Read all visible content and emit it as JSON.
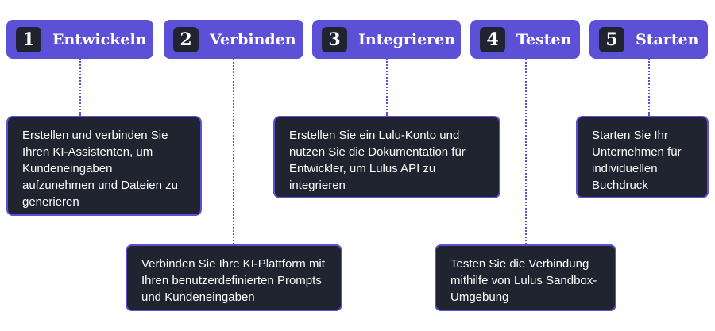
{
  "colors": {
    "accent": "#5b50d6",
    "card_bg": "#1f2430",
    "text": "#ffffff"
  },
  "steps": [
    {
      "number": "1",
      "title": "Entwickeln",
      "description": "Erstellen und verbinden Sie Ihren KI-Assistenten, um Kundeneingaben aufzunehmen und Dateien zu generieren"
    },
    {
      "number": "2",
      "title": "Verbinden",
      "description": "Verbinden Sie Ihre KI-Plattform mit Ihren benutzerdefinierten Prompts und Kundeneingaben"
    },
    {
      "number": "3",
      "title": "Integrieren",
      "description": "Erstellen Sie ein Lulu-Konto und nutzen Sie die Dokumentation für Entwickler, um Lulus API zu integrieren"
    },
    {
      "number": "4",
      "title": "Testen",
      "description": "Testen Sie die Verbindung mithilfe von Lulus Sandbox-Umgebung"
    },
    {
      "number": "5",
      "title": "Starten",
      "description": "Starten Sie Ihr Unternehmen für individuellen Buchdruck"
    }
  ]
}
